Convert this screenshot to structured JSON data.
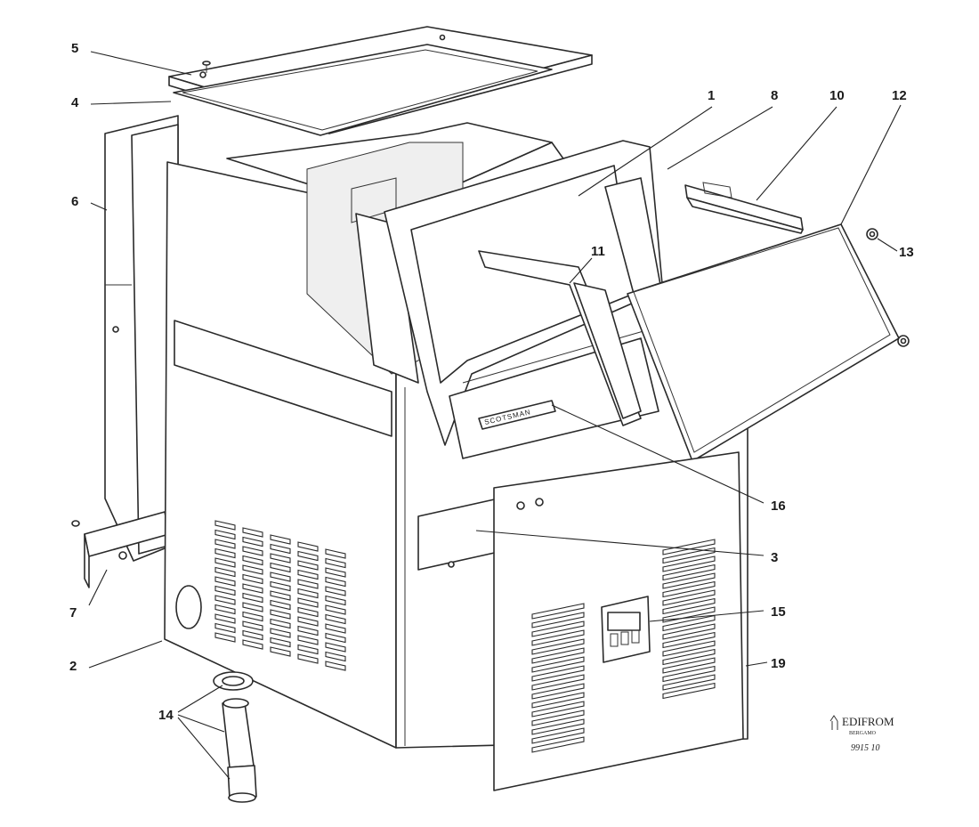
{
  "callouts": [
    {
      "number": "1"
    },
    {
      "number": "2"
    },
    {
      "number": "3"
    },
    {
      "number": "4"
    },
    {
      "number": "5"
    },
    {
      "number": "6"
    },
    {
      "number": "7"
    },
    {
      "number": "8"
    },
    {
      "number": "10"
    },
    {
      "number": "11"
    },
    {
      "number": "12"
    },
    {
      "number": "13"
    },
    {
      "number": "14"
    },
    {
      "number": "15"
    },
    {
      "number": "16"
    },
    {
      "number": "19"
    }
  ],
  "brand_plate": {
    "text": "SCOTSMAN"
  },
  "publisher": {
    "name": "EDIFROM",
    "city": "BERGAMO",
    "code": "9915 10"
  }
}
